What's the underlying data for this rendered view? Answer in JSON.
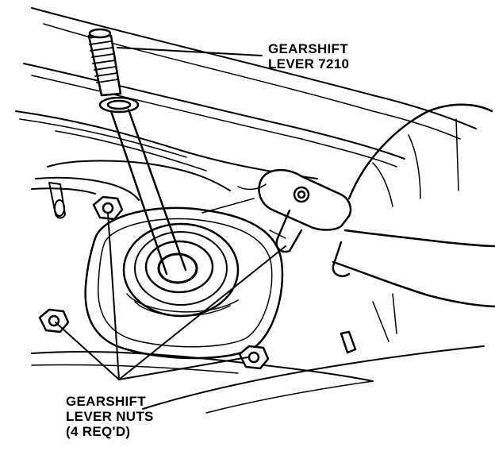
{
  "callouts": {
    "gearshift_lever": {
      "line1": "GEARSHIFT",
      "line2": "LEVER 7210"
    },
    "lever_nuts": {
      "line1": "GEARSHIFT",
      "line2": "LEVER NUTS",
      "line3": "(4 REQ'D)"
    }
  },
  "colors": {
    "ink": "#000000",
    "paper": "#ffffff"
  }
}
